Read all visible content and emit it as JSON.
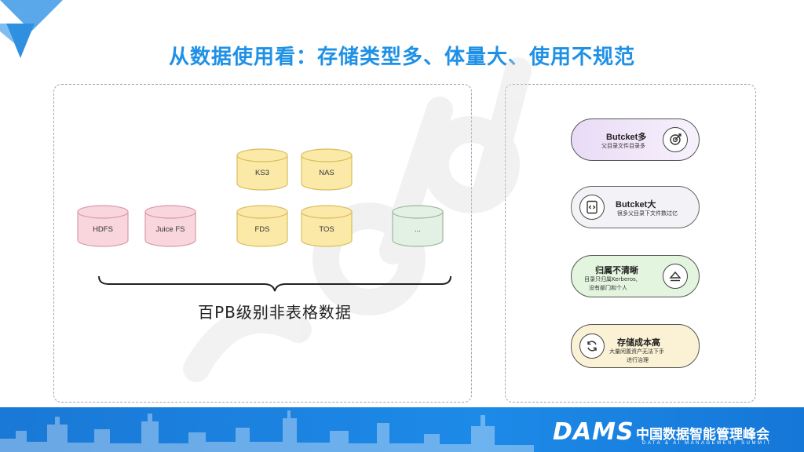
{
  "title": "从数据使用看：存储类型多、体量大、使用不规范",
  "storage_items": [
    {
      "label": "HDFS",
      "color": "#f9d6de",
      "stroke": "#d89aa8"
    },
    {
      "label": "Juice FS",
      "color": "#f9d6de",
      "stroke": "#d89aa8"
    },
    {
      "label": "KS3",
      "color": "#fbe9a8",
      "stroke": "#d8bd5c"
    },
    {
      "label": "NAS",
      "color": "#fbe9a8",
      "stroke": "#d8bd5c"
    },
    {
      "label": "FDS",
      "color": "#fbe9a8",
      "stroke": "#d8bd5c"
    },
    {
      "label": "TOS",
      "color": "#fbe9a8",
      "stroke": "#d8bd5c"
    },
    {
      "label": "...",
      "color": "#e3f1e4",
      "stroke": "#9db8a0"
    }
  ],
  "brace_caption": "百PB级别非表格数据",
  "problems": [
    {
      "title": "Butcket多",
      "desc": [
        "父目录文件目录多"
      ],
      "icon": "target-icon"
    },
    {
      "title": "Butcket大",
      "desc": [
        "很多父目录下文件数过亿"
      ],
      "icon": "code-file-icon"
    },
    {
      "title": "归属不清晰",
      "desc": [
        "目录只归属Kerberos,",
        "没有部门和个人"
      ],
      "icon": "eject-icon"
    },
    {
      "title": "存储成本高",
      "desc": [
        "大量闲置资产无法下手",
        "进行治理"
      ],
      "icon": "refresh-icon"
    }
  ],
  "footer": {
    "logo": "DAMS",
    "name": "中国数据智能管理峰会",
    "sub": "DATA & AI MANAGEMENT SUMMIT"
  },
  "colors": {
    "accent": "#1e90e6",
    "footer": "#1d8ae8"
  }
}
